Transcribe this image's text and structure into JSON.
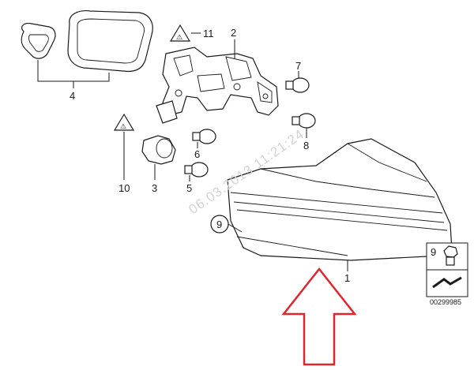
{
  "callouts": {
    "c1": "1",
    "c2": "2",
    "c3": "3",
    "c4": "4",
    "c5": "5",
    "c6": "6",
    "c7": "7",
    "c8": "8",
    "c9": "9",
    "c10": "10",
    "c11": "11"
  },
  "warning_symbol_text": "⚠",
  "inset": {
    "label": "9",
    "code": "00299985"
  },
  "watermark": "06.03.2013 11:21:24",
  "colors": {
    "arrow": "#e0262c",
    "line": "#1a1a1a",
    "watermark": "#d4d4d4"
  }
}
